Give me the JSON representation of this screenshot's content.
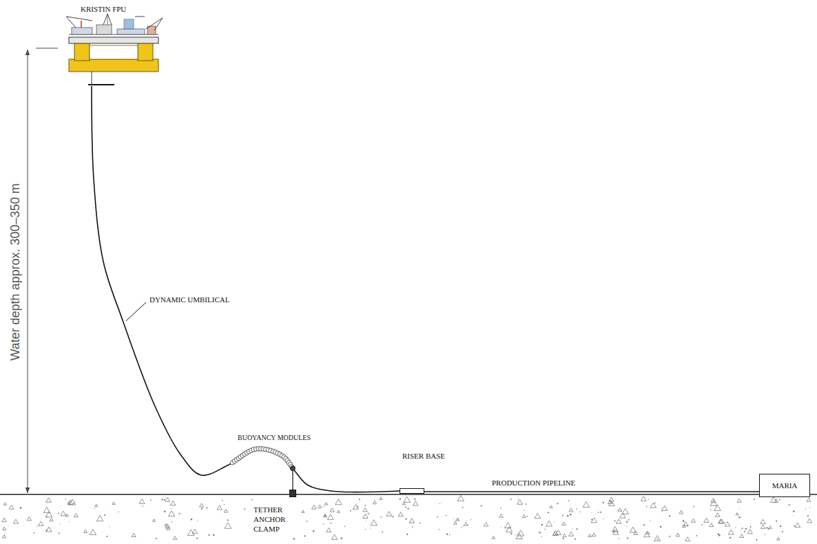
{
  "diagram": {
    "nodes": [
      {
        "text": [
          "KRISTIN FPU"
        ]
      },
      {
        "text": [
          "TETHER ANCHOR CLAMP"
        ]
      },
      {
        "text": [
          "RISER BASE"
        ]
      },
      {
        "text": [
          "MARIA"
        ]
      }
    ],
    "edges": [
      {
        "from": 0,
        "to": 2,
        "label": "DYNAMIC UMBILICAL",
        "arrow": "none"
      },
      {
        "from": 2,
        "to": 3,
        "label": "PRODUCTION PIPELINE",
        "arrow": "none"
      }
    ],
    "labels": [
      "BUOYANCY MODULES",
      "Water depth approx. 300–350 m"
    ]
  }
}
